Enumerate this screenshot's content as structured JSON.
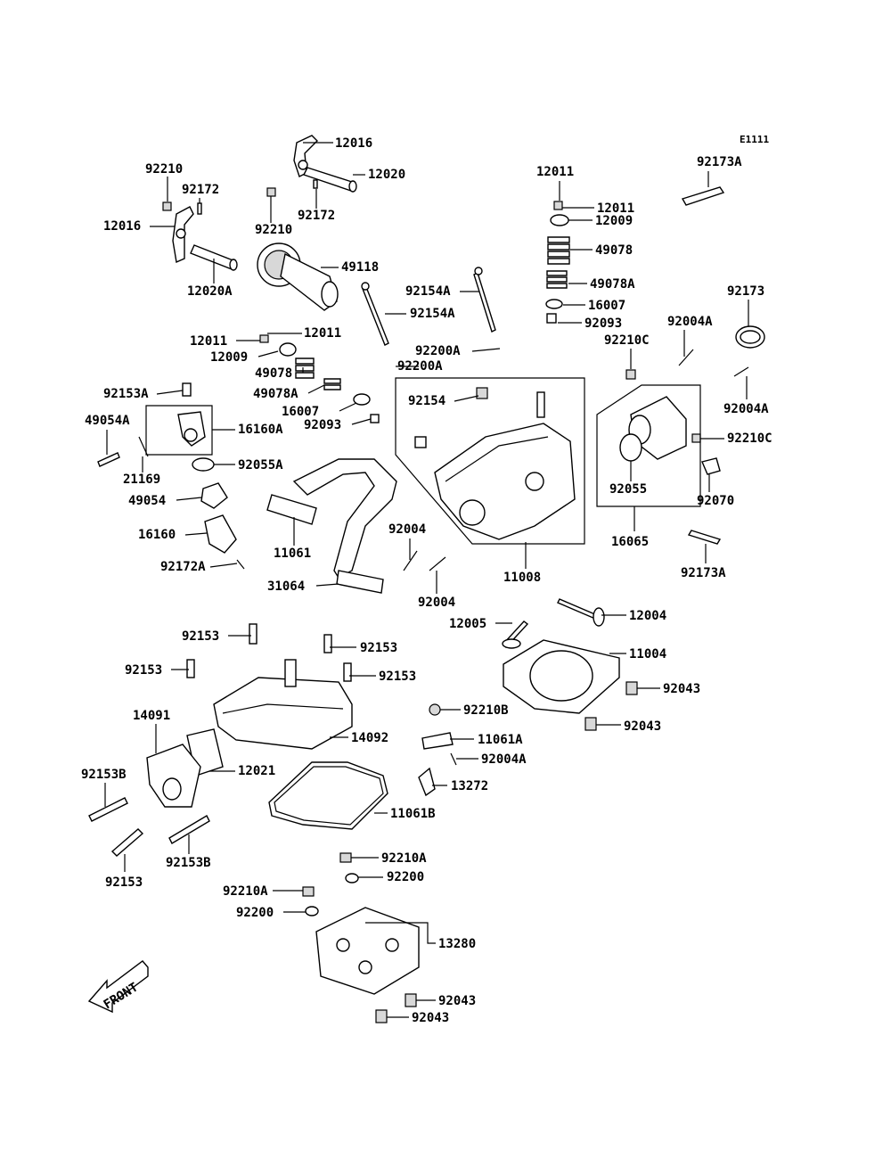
{
  "diagram": {
    "code": "E1111",
    "front_label": "FRONT"
  },
  "labels": [
    "12016",
    "12020",
    "92210",
    "92172",
    "12016",
    "92210",
    "92172",
    "12020A",
    "49118",
    "92154A",
    "92154A",
    "12011",
    "12011",
    "12011",
    "12009",
    "12011",
    "12009",
    "49078",
    "49078",
    "49078A",
    "49078A",
    "16007",
    "16007",
    "92093",
    "92093",
    "92173A",
    "92173",
    "92004A",
    "92210C",
    "92004A",
    "92200A",
    "92200A",
    "92154",
    "92210C",
    "92055",
    "92070",
    "16065",
    "92173A",
    "92153A",
    "49054A",
    "16160A",
    "21169",
    "92055A",
    "49054",
    "16160",
    "92172A",
    "11061",
    "31064",
    "92004",
    "92004",
    "11008",
    "12005",
    "12004",
    "11004",
    "92043",
    "92043",
    "92153",
    "92153",
    "92153",
    "92153",
    "14091",
    "14092",
    "12021",
    "92153B",
    "92153B",
    "92153",
    "92210B",
    "11061A",
    "92004A",
    "13272",
    "11061B",
    "92210A",
    "92200",
    "92210A",
    "92200",
    "13280",
    "92043",
    "92043"
  ]
}
